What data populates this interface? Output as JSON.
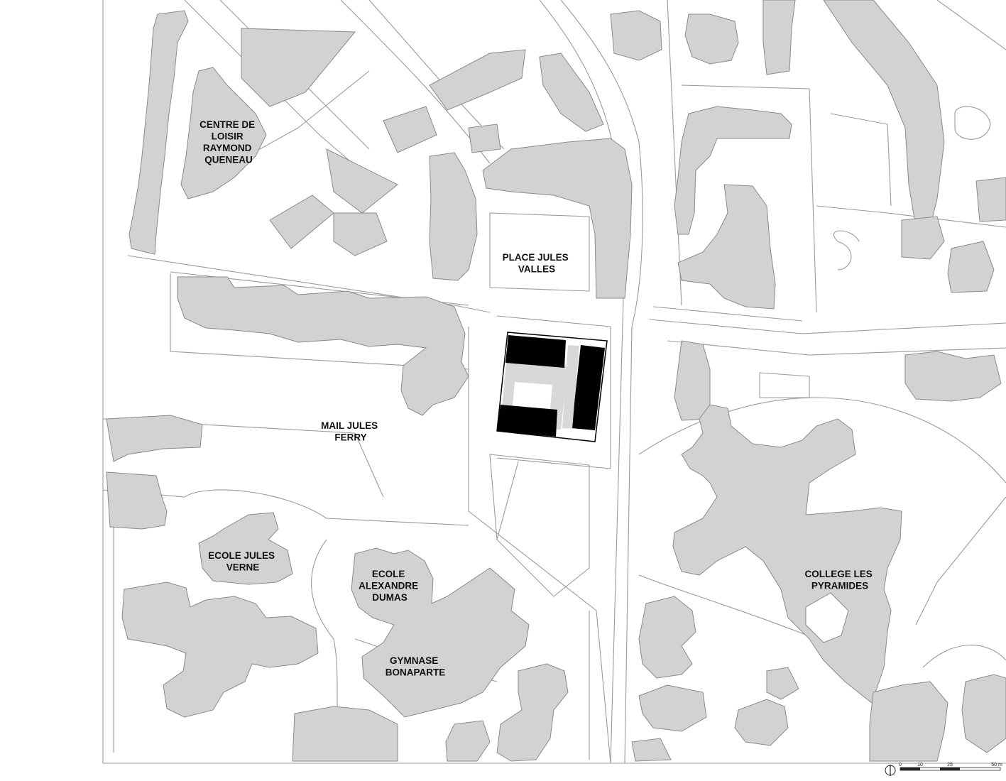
{
  "map": {
    "labels": {
      "centre_loisir": [
        "CENTRE DE",
        "LOISIR",
        "RAYMOND",
        "QUENEAU"
      ],
      "place_jules_valles": [
        "PLACE JULES",
        "VALLES"
      ],
      "mail_jules_ferry": [
        "MAIL JULES",
        "FERRY"
      ],
      "ecole_jules_verne": [
        "ECOLE JULES",
        "VERNE"
      ],
      "ecole_alexandre_dumas": [
        "ECOLE",
        "ALEXANDRE",
        "DUMAS"
      ],
      "gymnase_bonaparte": [
        "GYMNASE",
        "BONAPARTE"
      ],
      "college_les_pyramides": [
        "COLLEGE LES",
        "PYRAMIDES"
      ]
    },
    "scale_bar": {
      "ticks": [
        "0",
        "10",
        "25",
        "50 m"
      ]
    },
    "colors": {
      "building_fill": "#d2d2d2",
      "outline": "#9a9a9a",
      "project_black": "#000000",
      "project_light": "#d8d8d8"
    }
  }
}
